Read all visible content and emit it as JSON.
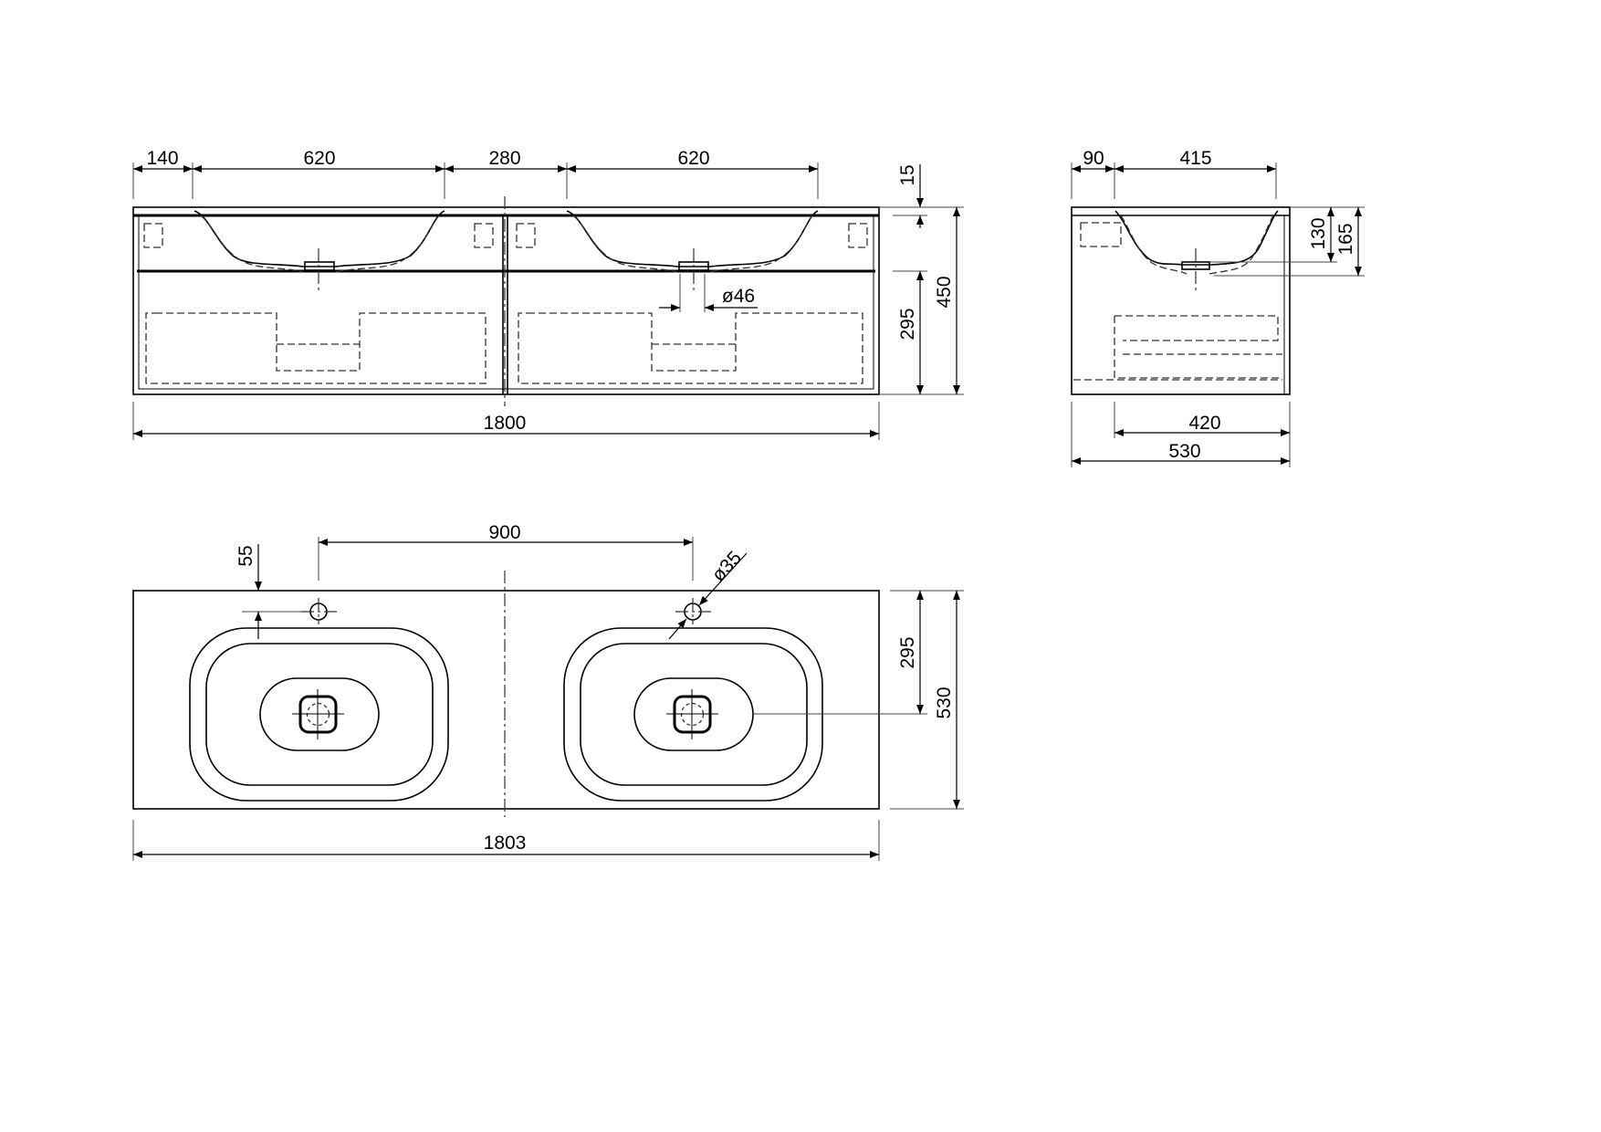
{
  "front_view": {
    "dims_top": [
      "140",
      "620",
      "280",
      "620"
    ],
    "dim_top_slab": "15",
    "dim_drawer_height": "295",
    "dim_total_height": "450",
    "dim_total_width": "1800",
    "dim_drain_diameter": "ø46"
  },
  "side_view": {
    "dims_top": [
      "90",
      "415"
    ],
    "dim_basin_depth": "130",
    "dim_drain_depth": "165",
    "dim_inner_depth": "420",
    "dim_total_depth": "530"
  },
  "top_view": {
    "dim_tap_spacing": "900",
    "dim_tap_offset": "55",
    "dim_tap_diameter": "ø35",
    "dim_drain_offset": "295",
    "dim_total_depth": "530",
    "dim_total_width": "1803"
  }
}
